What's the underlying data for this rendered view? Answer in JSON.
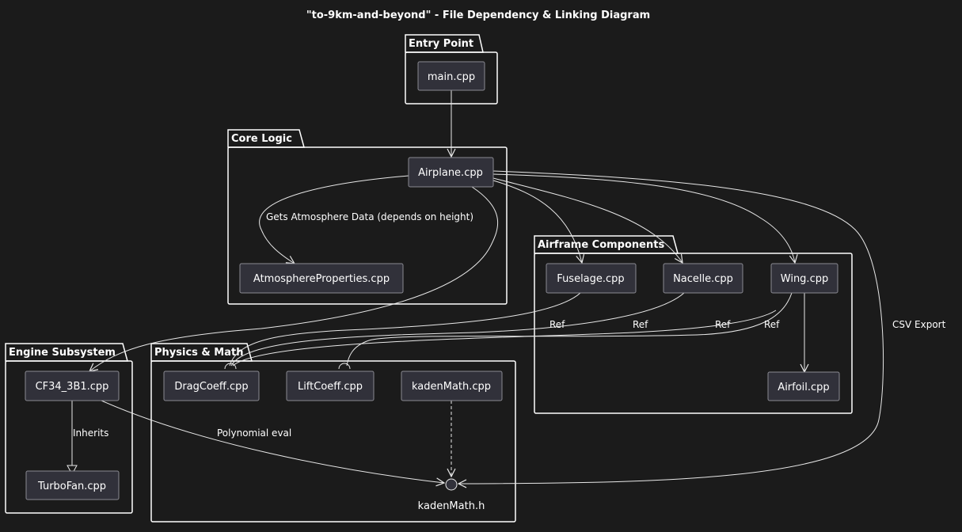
{
  "title": "\"to-9km-and-beyond\" - File Dependency & Linking Diagram",
  "packages": {
    "entry": "Entry Point",
    "core": "Core Logic",
    "airframe": "Airframe Components",
    "engine": "Engine Subsystem",
    "physics": "Physics & Math"
  },
  "nodes": {
    "main": "main.cpp",
    "airplane": "Airplane.cpp",
    "atmosphere": "AtmosphereProperties.cpp",
    "fuselage": "Fuselage.cpp",
    "nacelle": "Nacelle.cpp",
    "wing": "Wing.cpp",
    "airfoil": "Airfoil.cpp",
    "cf34": "CF34_3B1.cpp",
    "turbofan": "TurboFan.cpp",
    "drag": "DragCoeff.cpp",
    "lift": "LiftCoeff.cpp",
    "kadenmath": "kadenMath.cpp",
    "kadenmath_h": "kadenMath.h"
  },
  "edge_labels": {
    "atmosphere": "Gets Atmosphere Data (depends on height)",
    "ref_fuselage": "Ref",
    "ref_nacelle": "Ref",
    "ref_wing_drag": "Ref",
    "ref_wing_lift": "Ref",
    "csv": "CSV Export",
    "inherits": "Inherits",
    "poly": "Polynomial eval"
  },
  "colors": {
    "background": "#1b1b1b",
    "node_fill": "#31313a",
    "line": "#e8e8e8"
  }
}
